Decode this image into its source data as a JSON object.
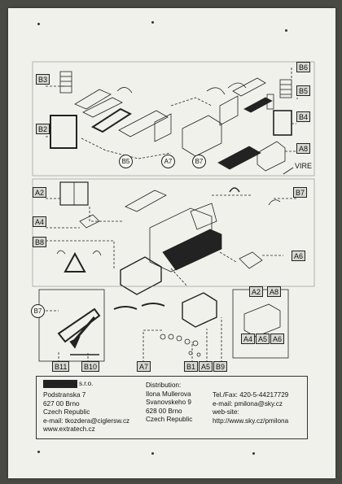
{
  "labels_left": [
    "B3",
    "B2",
    "A2",
    "A4",
    "B8",
    "B7"
  ],
  "labels_right": [
    "B6",
    "B5",
    "B4",
    "A8",
    "B7",
    "A6"
  ],
  "circles_mid": [
    "B5",
    "A7",
    "B7"
  ],
  "vire": "VIRE",
  "lower_right_box_top": [
    "A2",
    "A8"
  ],
  "lower_right_box_bottom": [
    "A4",
    "A5",
    "A6"
  ],
  "bottom_labels": [
    "B11",
    "B10",
    "A7",
    "B1",
    "A5",
    "B9"
  ],
  "footer": {
    "company": "s.r.o.",
    "address": [
      "Podstranska 7",
      "627 00 Brno",
      "Czech Republic"
    ],
    "email": "e-mail: tkozdera@ciglersw.cz",
    "web": "www.extratech.cz",
    "distribution_title": "Distribution:",
    "distributor": [
      "Ilona Mullerova",
      "Svanovskeho 9",
      "628 00 Brno",
      "Czech Republic"
    ],
    "contact": [
      "Tel./Fax: 420-5-44217729",
      "e-mail: pmilona@sky.cz",
      "web-site:",
      "http://www.sky.cz/pmilona"
    ]
  }
}
